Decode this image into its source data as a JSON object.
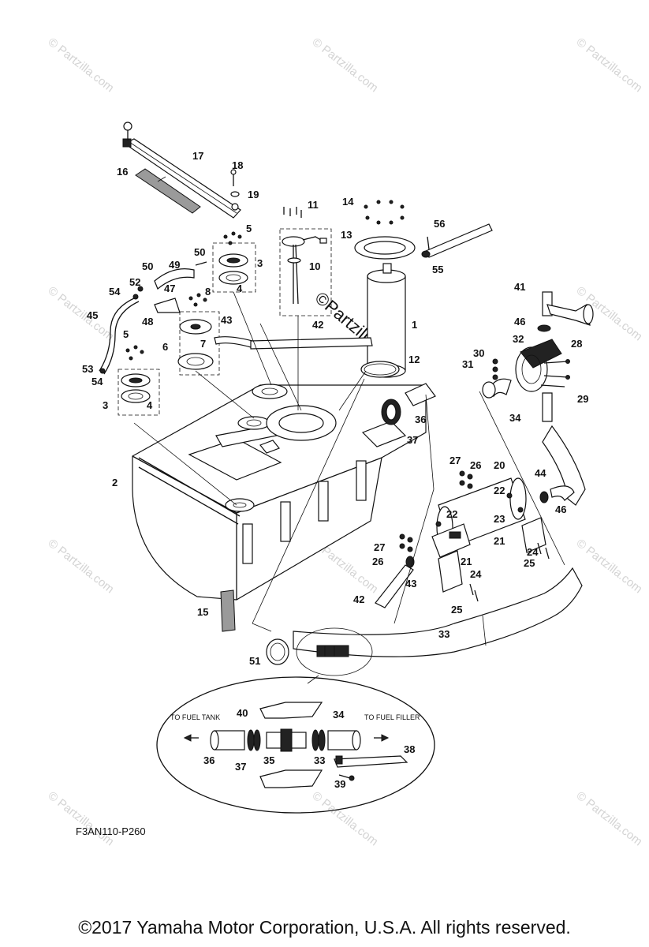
{
  "diagram": {
    "code": "F3AN110-P260",
    "copyright": "©2017  Yamaha Motor Corporation, U.S.A. All rights reserved.",
    "watermark": "© Partzilla.com",
    "center_watermark": "©Partzilla.com",
    "inset_notes": {
      "to_tank": "TO FUEL TANK",
      "to_filler": "TO FUEL FILLER"
    },
    "callouts": [
      "17",
      "16",
      "18",
      "19",
      "11",
      "14",
      "56",
      "5",
      "3",
      "4",
      "13",
      "10",
      "55",
      "50",
      "49",
      "50",
      "52",
      "54",
      "47",
      "8",
      "48",
      "45",
      "43",
      "42",
      "1",
      "41",
      "46",
      "32",
      "28",
      "30",
      "31",
      "12",
      "7",
      "6",
      "5",
      "53",
      "54",
      "3",
      "4",
      "2",
      "36",
      "37",
      "34",
      "29",
      "27",
      "26",
      "20",
      "22",
      "22",
      "23",
      "21",
      "24",
      "44",
      "46",
      "27",
      "26",
      "43",
      "21",
      "24",
      "25",
      "42",
      "25",
      "15",
      "33",
      "51",
      "40",
      "34",
      "36",
      "37",
      "35",
      "33",
      "38",
      "39"
    ]
  }
}
